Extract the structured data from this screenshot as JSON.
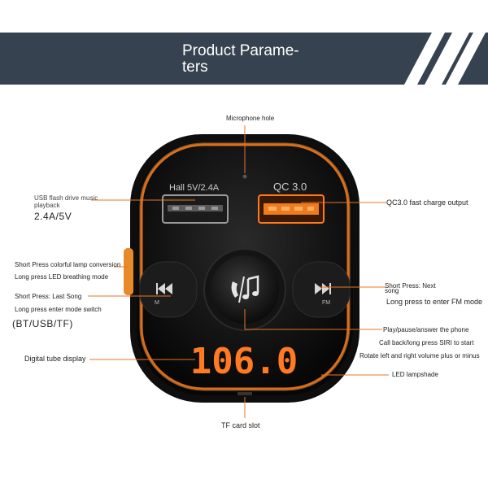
{
  "banner": {
    "title": "Product Parame-\nters"
  },
  "device": {
    "port_left_label": "Hall 5V/2.4A",
    "port_right_label": "QC 3.0",
    "display_value": "106.0",
    "prev_button_label": "M",
    "next_button_label": "FM",
    "accent_color": "#f07a1e",
    "body_color": "#111111"
  },
  "callouts": {
    "microphone": "Microphone hole",
    "usb_drive": "USB flash drive music playback",
    "usb_output": "2.4A/5V",
    "qc_output": "QC3.0 fast charge output",
    "lamp_conversion": "Short Press colorful lamp conversion",
    "breathing": "Long press LED breathing mode",
    "last_song": "Short Press: Last Song",
    "mode_switch": "Long press enter mode switch",
    "modes": "(BT/USB/TF)",
    "next_song_1": "Short Press: Next",
    "next_song_2": "song",
    "fm_mode": "Long press to enter FM mode",
    "play_pause": "Play/pause/answer the phone",
    "call_back": "Call back/long press SIRI to start",
    "volume": "Rotate left and right volume plus or minus",
    "digital_display": "Digital tube display",
    "led_shade": "LED lampshade",
    "tf_slot": "TF card slot"
  }
}
